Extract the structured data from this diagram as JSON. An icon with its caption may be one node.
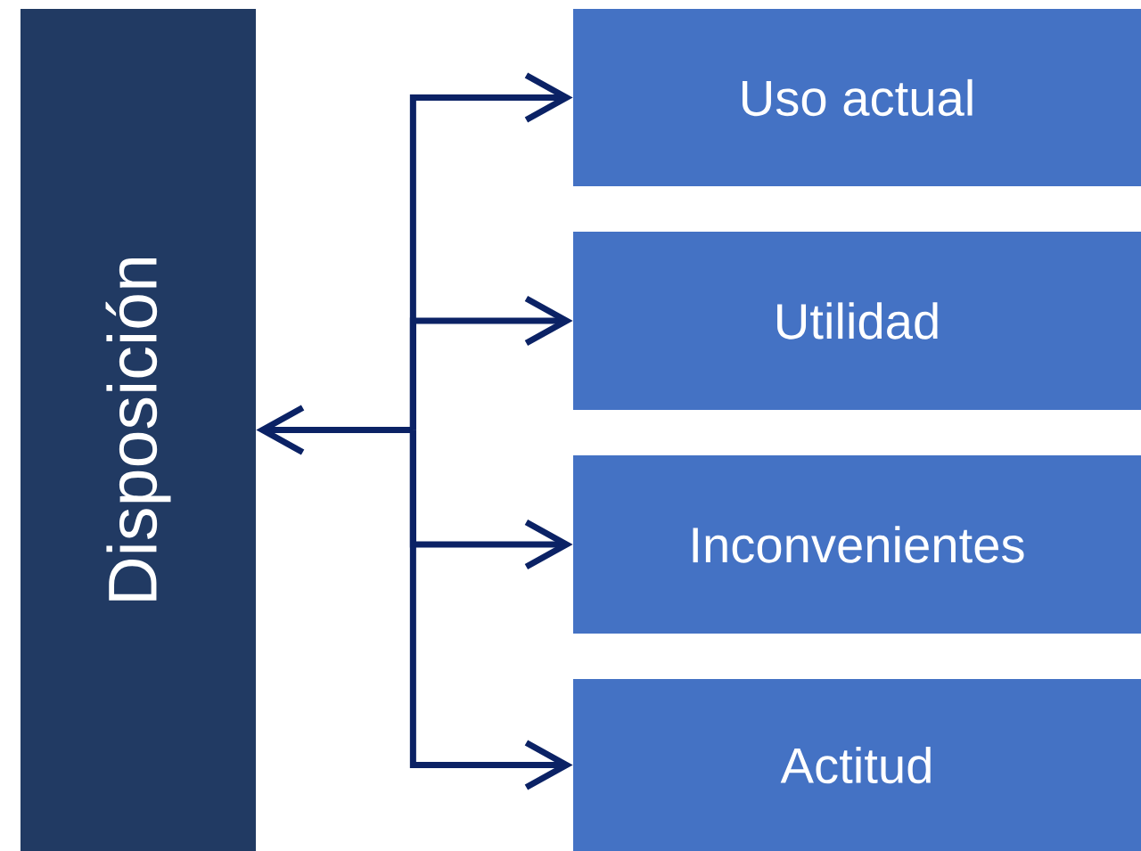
{
  "diagram": {
    "nodes": [
      {
        "text": [
          "Disposición"
        ]
      },
      {
        "text": [
          "Uso actual"
        ]
      },
      {
        "text": [
          "Utilidad"
        ]
      },
      {
        "text": [
          "Inconvenientes"
        ]
      },
      {
        "text": [
          "Actitud"
        ]
      }
    ],
    "edges": [
      {
        "from": 0,
        "to": 1,
        "arrow": "both"
      },
      {
        "from": 0,
        "to": 2,
        "arrow": "both"
      },
      {
        "from": 0,
        "to": 3,
        "arrow": "both"
      },
      {
        "from": 0,
        "to": 4,
        "arrow": "both"
      }
    ]
  }
}
